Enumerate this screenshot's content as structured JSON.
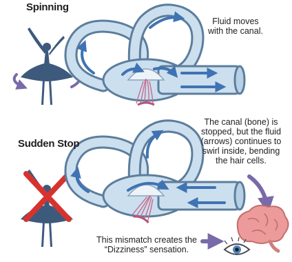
{
  "top_panel": {
    "heading": "Spinning",
    "caption": [
      "Fluid moves",
      "with the canal."
    ]
  },
  "bottom_panel": {
    "heading": "Sudden Stop",
    "caption": [
      "The canal (bone) is",
      "stopped, but the fluid",
      "(arrows) continues to",
      "swirl inside, bending",
      "the hair cells."
    ]
  },
  "footer": {
    "caption": [
      "This mismatch creates the",
      "“Dizziness” sensation."
    ]
  },
  "colors": {
    "silhouette": "#3d5a7d",
    "canal_fill": "#cbdfee",
    "canal_stroke": "#5c7d9c",
    "arrow_blue": "#3f73b3",
    "spin_arrow": "#7a6aa8",
    "cross": "#d6332f",
    "brain": "#ec9a9a",
    "hair_cells": "#c66b8d"
  },
  "icons": [
    "ballerina-icon",
    "rotation-arrow-icon",
    "cross-mark-icon",
    "brain-icon",
    "eye-icon",
    "hair-cell-icon"
  ]
}
